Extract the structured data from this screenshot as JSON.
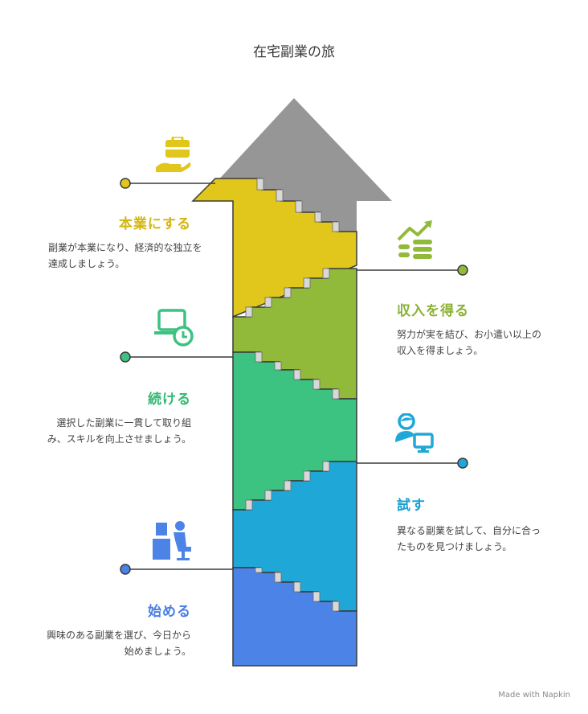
{
  "title": "在宅副業の旅",
  "colors": {
    "gold": "#E1C61B",
    "olive": "#92BA3A",
    "green": "#3CC281",
    "cyan": "#1FA8D7",
    "blue": "#4B83E6",
    "arrow": "#969696"
  },
  "stages": [
    {
      "heading": "本業にする",
      "description": "副業が本業になり、経済的な独立を達成しましょう。",
      "icon": "hand-briefcase-icon",
      "color": "#D4B60E"
    },
    {
      "heading": "収入を得る",
      "description": "努力が実を結び、お小遣い以上の収入を得ましょう。",
      "icon": "growth-coins-icon",
      "color": "#8BB233"
    },
    {
      "heading": "続ける",
      "description": "選択した副業に一貫して取り組み、スキルを向上させましょう。",
      "icon": "laptop-clock-icon",
      "color": "#33B873"
    },
    {
      "heading": "試す",
      "description": "異なる副業を試して、自分に合ったものを見つけましょう。",
      "icon": "person-monitor-icon",
      "color": "#1A9FD0"
    },
    {
      "heading": "始める",
      "description": "興味のある副業を選び、今日から始めましょう。",
      "icon": "person-desk-icon",
      "color": "#4A7FE0"
    }
  ],
  "watermark": "Made with Napkin"
}
